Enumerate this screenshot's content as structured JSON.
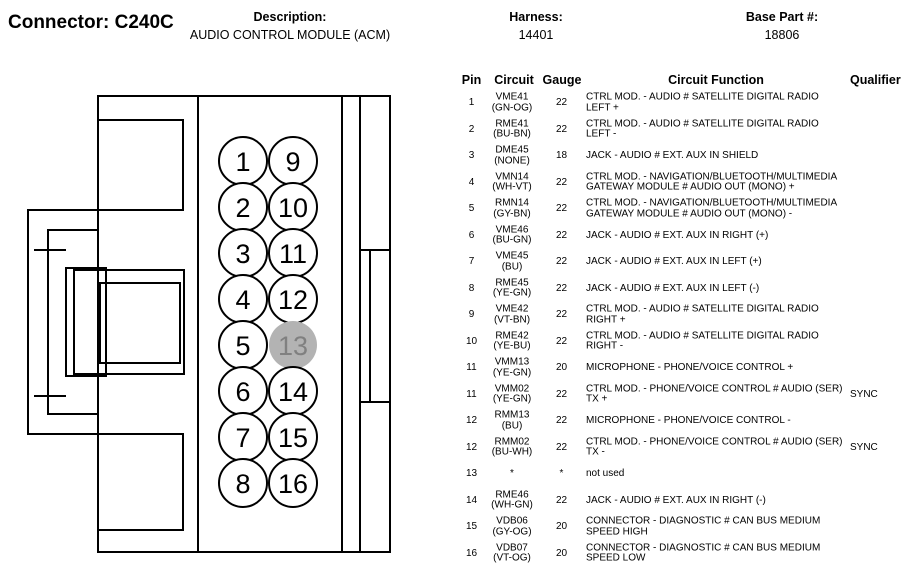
{
  "connector": {
    "label": "Connector: C240C"
  },
  "description": {
    "label": "Description:",
    "value": "AUDIO CONTROL MODULE (ACM)"
  },
  "harness": {
    "label": "Harness:",
    "value": "14401"
  },
  "base_part": {
    "label": "Base Part #:",
    "value": "18806"
  },
  "colors": {
    "outline": "#000000",
    "highlight_pin": "#b3b3b3",
    "highlight_text": "#808080"
  },
  "connector_pins": {
    "left": [
      "1",
      "2",
      "3",
      "4",
      "5",
      "6",
      "7",
      "8"
    ],
    "right": [
      "9",
      "10",
      "11",
      "12",
      "13",
      "14",
      "15",
      "16"
    ],
    "highlighted": "13"
  },
  "table": {
    "headers": {
      "pin": "Pin",
      "circuit": "Circuit",
      "gauge": "Gauge",
      "function": "Circuit Function",
      "qualifier": "Qualifier"
    },
    "rows": [
      {
        "pin": "1",
        "circuit": "VME41\n(GN-OG)",
        "gauge": "22",
        "function": "CTRL MOD. - AUDIO # SATELLITE DIGITAL RADIO\nLEFT +",
        "qualifier": ""
      },
      {
        "pin": "2",
        "circuit": "RME41\n(BU-BN)",
        "gauge": "22",
        "function": "CTRL MOD. - AUDIO # SATELLITE DIGITAL RADIO\nLEFT -",
        "qualifier": ""
      },
      {
        "pin": "3",
        "circuit": "DME45\n(NONE)",
        "gauge": "18",
        "function": "JACK - AUDIO # EXT. AUX IN SHIELD",
        "qualifier": ""
      },
      {
        "pin": "4",
        "circuit": "VMN14\n(WH-VT)",
        "gauge": "22",
        "function": "CTRL MOD. - NAVIGATION/BLUETOOTH/MULTIMEDIA\nGATEWAY MODULE # AUDIO OUT (MONO) +",
        "qualifier": ""
      },
      {
        "pin": "5",
        "circuit": "RMN14\n(GY-BN)",
        "gauge": "22",
        "function": "CTRL MOD. - NAVIGATION/BLUETOOTH/MULTIMEDIA\nGATEWAY MODULE # AUDIO OUT (MONO) -",
        "qualifier": ""
      },
      {
        "pin": "6",
        "circuit": "VME46\n(BU-GN)",
        "gauge": "22",
        "function": "JACK - AUDIO # EXT. AUX IN RIGHT (+)",
        "qualifier": ""
      },
      {
        "pin": "7",
        "circuit": "VME45\n(BU)",
        "gauge": "22",
        "function": "JACK - AUDIO # EXT. AUX IN LEFT (+)",
        "qualifier": ""
      },
      {
        "pin": "8",
        "circuit": "RME45\n(YE-GN)",
        "gauge": "22",
        "function": "JACK - AUDIO # EXT. AUX IN LEFT (-)",
        "qualifier": ""
      },
      {
        "pin": "9",
        "circuit": "VME42\n(VT-BN)",
        "gauge": "22",
        "function": "CTRL MOD. - AUDIO # SATELLITE DIGITAL RADIO\nRIGHT +",
        "qualifier": ""
      },
      {
        "pin": "10",
        "circuit": "RME42\n(YE-BU)",
        "gauge": "22",
        "function": "CTRL MOD. - AUDIO # SATELLITE DIGITAL RADIO\nRIGHT -",
        "qualifier": ""
      },
      {
        "pin": "11",
        "circuit": "VMM13\n(YE-GN)",
        "gauge": "20",
        "function": "MICROPHONE - PHONE/VOICE CONTROL +",
        "qualifier": ""
      },
      {
        "pin": "11",
        "circuit": "VMM02\n(YE-GN)",
        "gauge": "22",
        "function": "CTRL MOD. - PHONE/VOICE CONTROL # AUDIO (SER)\nTX +",
        "qualifier": "SYNC"
      },
      {
        "pin": "12",
        "circuit": "RMM13\n(BU)",
        "gauge": "22",
        "function": "MICROPHONE - PHONE/VOICE CONTROL -",
        "qualifier": ""
      },
      {
        "pin": "12",
        "circuit": "RMM02\n(BU-WH)",
        "gauge": "22",
        "function": "CTRL MOD. - PHONE/VOICE CONTROL # AUDIO (SER)\nTX -",
        "qualifier": "SYNC"
      },
      {
        "pin": "13",
        "circuit": "*",
        "gauge": "*",
        "function": "not used",
        "qualifier": ""
      },
      {
        "pin": "14",
        "circuit": "RME46\n(WH-GN)",
        "gauge": "22",
        "function": "JACK - AUDIO # EXT. AUX IN RIGHT (-)",
        "qualifier": ""
      },
      {
        "pin": "15",
        "circuit": "VDB06\n(GY-OG)",
        "gauge": "20",
        "function": "CONNECTOR - DIAGNOSTIC # CAN BUS MEDIUM\nSPEED HIGH",
        "qualifier": ""
      },
      {
        "pin": "16",
        "circuit": "VDB07\n(VT-OG)",
        "gauge": "20",
        "function": "CONNECTOR - DIAGNOSTIC # CAN BUS MEDIUM\nSPEED LOW",
        "qualifier": ""
      }
    ]
  }
}
